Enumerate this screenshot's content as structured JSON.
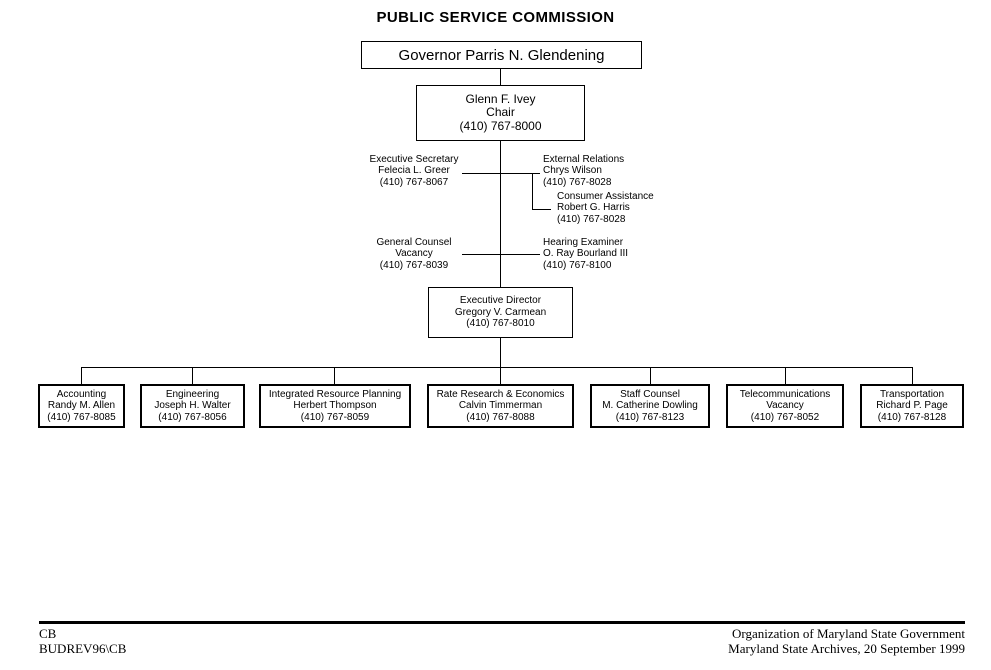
{
  "title": "PUBLIC SERVICE COMMISSION",
  "governor": {
    "name": "Governor Parris N. Glendening"
  },
  "chair": {
    "lines": [
      "Glenn F. Ivey",
      "Chair",
      "(410) 767-8000"
    ]
  },
  "side_offices": {
    "executive_secretary": {
      "lines": [
        "Executive Secretary",
        "Felecia L. Greer",
        "(410) 767-8067"
      ]
    },
    "external_relations": {
      "lines": [
        "External Relations",
        "Chrys Wilson",
        "(410) 767-8028"
      ]
    },
    "consumer_assistance": {
      "lines": [
        "Consumer Assistance",
        "Robert G. Harris",
        "(410) 767-8028"
      ]
    },
    "general_counsel": {
      "lines": [
        "General Counsel",
        "Vacancy",
        "(410) 767-8039"
      ]
    },
    "hearing_examiner": {
      "lines": [
        "Hearing Examiner",
        "O. Ray Bourland III",
        "(410) 767-8100"
      ]
    }
  },
  "executive_director": {
    "lines": [
      "Executive Director",
      "Gregory V. Carmean",
      "(410) 767-8010"
    ]
  },
  "divisions": [
    {
      "lines": [
        "Accounting",
        "Randy M. Allen",
        "(410) 767-8085"
      ]
    },
    {
      "lines": [
        "Engineering",
        "Joseph H. Walter",
        "(410) 767-8056"
      ]
    },
    {
      "lines": [
        "Integrated Resource Planning",
        "Herbert Thompson",
        "(410) 767-8059"
      ]
    },
    {
      "lines": [
        "Rate Research & Economics",
        "Calvin Timmerman",
        "(410) 767-8088"
      ]
    },
    {
      "lines": [
        "Staff Counsel",
        "M. Catherine Dowling",
        "(410) 767-8123"
      ]
    },
    {
      "lines": [
        "Telecommunications",
        "Vacancy",
        "(410) 767-8052"
      ]
    },
    {
      "lines": [
        "Transportation",
        "Richard P. Page",
        "(410) 767-8128"
      ]
    }
  ],
  "footer": {
    "left_lines": [
      "CB",
      "BUDREV96\\CB"
    ],
    "right_lines": [
      "Organization of Maryland State Government",
      "Maryland State Archives, 20 September 1999"
    ]
  },
  "colors": {
    "ink": "#000000",
    "background": "#ffffff"
  }
}
